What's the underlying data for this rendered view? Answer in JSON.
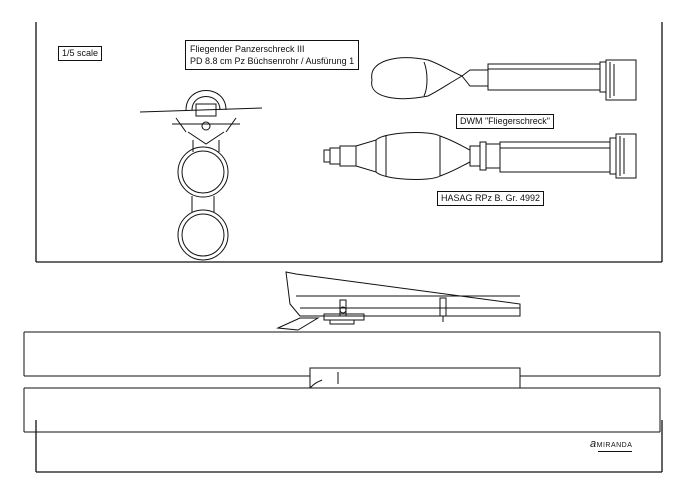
{
  "drawing": {
    "scale": "1/5 scale",
    "title_line1": "Fliegender Panzerschreck III",
    "title_line2": "PD 8.8 cm Pz Büchsenrohr / Ausfürung 1",
    "label_dwm": "DWM \"Fliegerschreck\"",
    "label_hasag": "HASAG RPz B. Gr. 4992",
    "logo_initial": "a",
    "logo_text": "MIRANDA"
  }
}
